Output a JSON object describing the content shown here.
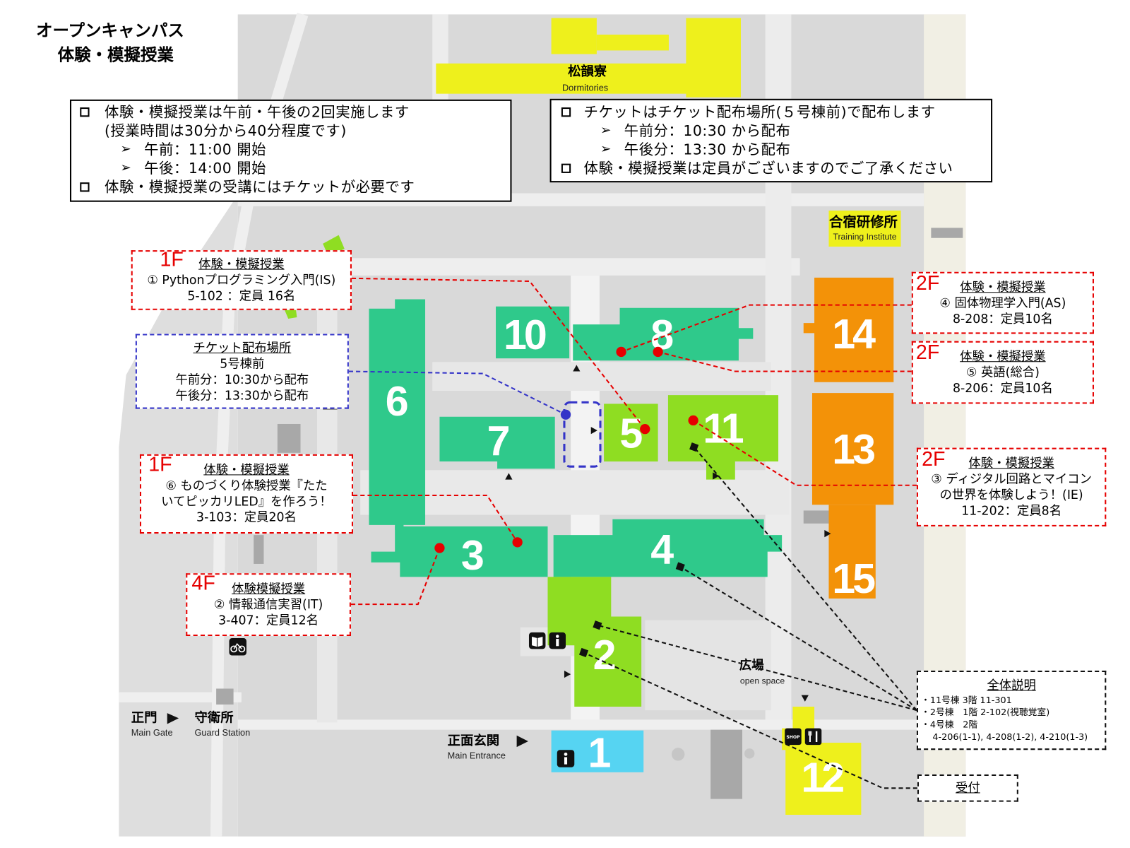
{
  "title": {
    "line1": "オープンキャンパス",
    "line2": "体験・模擬授業"
  },
  "colors": {
    "building_green": "#2fc98b",
    "building_lime": "#8fdd22",
    "building_orange": "#f39208",
    "building_cyan": "#56d4f2",
    "building_yellow": "#eef01c",
    "session_red": "#e60000",
    "ticket_blue": "#3434c8",
    "general_black": "#111111"
  },
  "notice_left": {
    "item1": "体験・模擬授業は午前・午後の2回実施します",
    "item1_note": "(授業時間は30分から40分程度です)",
    "am": "午前：11:00 開始",
    "pm": "午後：14:00 開始",
    "item2": "体験・模擬授業の受講にはチケットが必要です"
  },
  "notice_right": {
    "item1": "チケットはチケット配布場所(５号棟前)で配布します",
    "am": "午前分：10:30 から配布",
    "pm": "午後分：13:30 から配布",
    "item2": "体験・模擬授業は定員がございますのでご了承ください"
  },
  "sessions": [
    {
      "floor": "1F",
      "heading": "体験・模擬授業",
      "title_lines": [
        "① Pythonプログラミング入門(IS)"
      ],
      "detail": "5-102 ：定員 16名"
    },
    {
      "floor": "1F",
      "heading": "体験・模擬授業",
      "title_lines": [
        "⑥ ものづくり体験授業『たた",
        "いてピッカリLED』を作ろう！"
      ],
      "detail": "3-103：定員20名"
    },
    {
      "floor": "4F",
      "heading": "体験模擬授業",
      "title_lines": [
        "② 情報通信実習(IT)"
      ],
      "detail": "3-407：定員12名"
    },
    {
      "floor": "2F",
      "heading": "体験・模擬授業",
      "title_lines": [
        "④ 固体物理学入門(AS)"
      ],
      "detail": "8-208：定員10名"
    },
    {
      "floor": "2F",
      "heading": "体験・模擬授業",
      "title_lines": [
        "⑤ 英語(総合)"
      ],
      "detail": "8-206：定員10名"
    },
    {
      "floor": "2F",
      "heading": "体験・模擬授業",
      "title_lines": [
        "③ ディジタル回路とマイコン",
        "の世界を体験しよう！(IE)"
      ],
      "detail": "11-202：定員8名"
    }
  ],
  "ticket": {
    "heading": "チケット配布場所",
    "location": "5号棟前",
    "am": "午前分：10:30から配布",
    "pm": "午後分：13:30から配布"
  },
  "general": {
    "heading": "全体説明",
    "items": [
      "・11号棟 3階 11-301",
      "・2号棟　1階 2-102(視聴覚室)",
      "・4号棟　2階",
      "4-206(1-1), 4-208(1-2), 4-210(1-3)"
    ]
  },
  "reception": {
    "label": "受付"
  },
  "buildings": [
    {
      "number": "10"
    },
    {
      "number": "8"
    },
    {
      "number": "6"
    },
    {
      "number": "7"
    },
    {
      "number": "5"
    },
    {
      "number": "11"
    },
    {
      "number": "3"
    },
    {
      "number": "4"
    },
    {
      "number": "2"
    },
    {
      "number": "1"
    },
    {
      "number": "14"
    },
    {
      "number": "13"
    },
    {
      "number": "15"
    },
    {
      "number": "12"
    }
  ],
  "map_labels": {
    "dormitory_jp": "松韻寮",
    "dormitory_en": "Dormitories",
    "training_jp": "合宿研修所",
    "training_en": "Training Institute",
    "plaza_jp": "広場",
    "plaza_en": "open space",
    "main_gate_jp": "正門",
    "main_gate_en": "Main Gate",
    "guard_jp": "守衛所",
    "guard_en": "Guard Station",
    "entrance_jp": "正面玄関",
    "entrance_en": "Main Entrance"
  },
  "icons": {
    "bullet": "checkbox-square-icon",
    "sub_bullet": "arrow-bullet-icon",
    "bicycle": "bicycle-parking-icon",
    "library": "book-icon",
    "info": "info-icon",
    "shop": "shop-icon",
    "shop_text": "SHOP",
    "restaurant": "restaurant-icon",
    "direction": "triangle-arrow-icon",
    "session_marker": "red-dot-marker",
    "ticket_marker": "blue-dot-marker",
    "general_marker": "black-square-marker"
  }
}
